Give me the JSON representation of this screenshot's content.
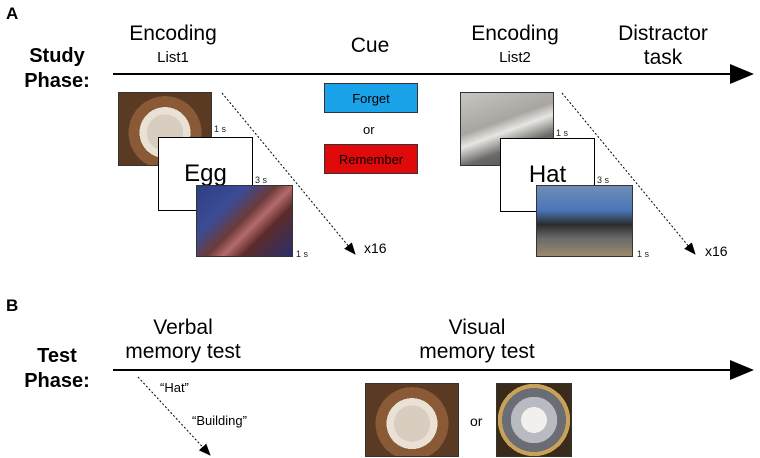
{
  "panel_a": {
    "letter": "A",
    "phase": [
      "Study",
      "Phase:"
    ],
    "encoding1": {
      "title": "Encoding",
      "sub": "List1"
    },
    "cue": {
      "title": "Cue",
      "forget": "Forget",
      "or": "or",
      "remember": "Remember"
    },
    "encoding2": {
      "title": "Encoding",
      "sub": "List2"
    },
    "distractor": [
      "Distractor",
      "task"
    ],
    "seq1": {
      "word": "Egg",
      "t1": "1 s",
      "t2": "3 s",
      "t3": "1 s",
      "repeat": "x16"
    },
    "seq2": {
      "word": "Hat",
      "t1": "1 s",
      "t2": "3 s",
      "t3": "1 s",
      "repeat": "x16"
    }
  },
  "panel_b": {
    "letter": "B",
    "phase": [
      "Test",
      "Phase:"
    ],
    "verbal": [
      "Verbal",
      "memory test"
    ],
    "visual": [
      "Visual",
      "memory test"
    ],
    "words": [
      "“Hat”",
      "“Building”"
    ],
    "or": "or"
  },
  "colors": {
    "forget": "#1aa3e8",
    "remember": "#e10a0a"
  }
}
